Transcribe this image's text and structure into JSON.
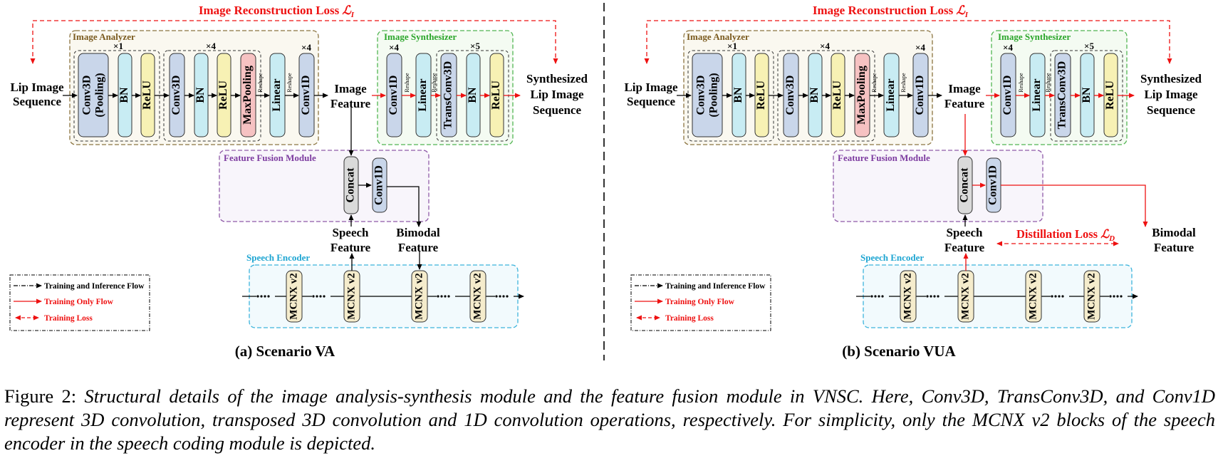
{
  "panels": [
    {
      "subtitle": "(a) Scenario VA",
      "loss_title": "Image Reconstruction Loss",
      "loss_symbol": "ℒ",
      "loss_sub": "I",
      "input_label": [
        "Lip Image",
        "Sequence"
      ],
      "output_label": [
        "Synthesized",
        "Lip Image",
        "Sequence"
      ],
      "image_feature": [
        "Image",
        "Feature"
      ],
      "speech_feature": [
        "Speech",
        "Feature"
      ],
      "bimodal_feature": [
        "Bimodal",
        "Feature"
      ],
      "analyzer": {
        "title": "Image Analyzer",
        "groups": [
          "×1",
          "×4",
          "×4"
        ],
        "blocks": [
          "Conv3D (Pooling)",
          "BN",
          "ReLU",
          "Conv3D",
          "BN",
          "ReLU",
          "MaxPooling",
          "Linear",
          "Conv1D"
        ],
        "reshape": [
          "Reshape",
          "Reshape"
        ]
      },
      "synthesizer": {
        "title": "Image Synthesizer",
        "groups": [
          "×4",
          "×5"
        ],
        "blocks": [
          "Conv1D",
          "Linear",
          "TransConv3D",
          "BN",
          "ReLU"
        ],
        "reshape": [
          "Reshape",
          "Reshape"
        ]
      },
      "fusion": {
        "title": "Feature Fusion Module",
        "blocks": [
          "Concat",
          "Conv1D"
        ]
      },
      "encoder": {
        "title": "Speech Encoder",
        "blocks": [
          "MCNX v2",
          "MCNX v2",
          "MCNX v2",
          "MCNX v2"
        ]
      },
      "legend": [
        "Training and Inference Flow",
        "Training Only Flow",
        "Training Loss"
      ]
    },
    {
      "subtitle": "(b) Scenario VUA",
      "loss_title": "Image Reconstruction Loss",
      "loss_symbol": "ℒ",
      "loss_sub": "I",
      "distill_title": "Distillation Loss",
      "distill_symbol": "ℒ",
      "distill_sub": "D",
      "input_label": [
        "Lip Image",
        "Sequence"
      ],
      "output_label": [
        "Synthesized",
        "Lip Image",
        "Sequence"
      ],
      "image_feature": [
        "Image",
        "Feature"
      ],
      "speech_feature": [
        "Speech",
        "Feature"
      ],
      "bimodal_feature": [
        "Bimodal",
        "Feature"
      ],
      "analyzer": {
        "title": "Image Analyzer",
        "groups": [
          "×1",
          "×4",
          "×4"
        ],
        "blocks": [
          "Conv3D (Pooling)",
          "BN",
          "ReLU",
          "Conv3D",
          "BN",
          "ReLU",
          "MaxPooling",
          "Linear",
          "Conv1D"
        ],
        "reshape": [
          "Reshape",
          "Reshape"
        ]
      },
      "synthesizer": {
        "title": "Image Synthesizer",
        "groups": [
          "×4",
          "×5"
        ],
        "blocks": [
          "Conv1D",
          "Linear",
          "TransConv3D",
          "BN",
          "ReLU"
        ],
        "reshape": [
          "Reshape",
          "Reshape"
        ]
      },
      "fusion": {
        "title": "Feature Fusion Module",
        "blocks": [
          "Concat",
          "Conv1D"
        ]
      },
      "encoder": {
        "title": "Speech Encoder",
        "blocks": [
          "MCNX v2",
          "MCNX v2",
          "MCNX v2",
          "MCNX v2"
        ]
      },
      "legend": [
        "Training and Inference Flow",
        "Training Only Flow",
        "Training Loss"
      ]
    }
  ],
  "caption": {
    "label": "Figure 2:",
    "text": "Structural details of the image analysis-synthesis module and the feature fusion module in VNSC. Here, Conv3D, TransConv3D, and Conv1D represent 3D convolution, transposed 3D convolution and 1D convolution operations, respectively. For simplicity, only the MCNX v2 blocks of the speech encoder in the speech coding module is depicted."
  },
  "colors": {
    "loss": "#ee1111",
    "analyzer_border": "#8b7440",
    "analyzer_title": "#7a5a1e",
    "synth_border": "#52b552",
    "synth_title": "#2aa52a",
    "fusion_border": "#8f5aa8",
    "fusion_title": "#7d3ca0",
    "encoder_border": "#3cb4dc",
    "encoder_title": "#1ea5d2",
    "block_blue": "#c9d6ea",
    "block_cyan": "#c8ecf3",
    "block_yellow": "#f7f1b4",
    "block_pink": "#f6c2c2",
    "block_mcnx": "#f5eccc",
    "block_gray": "#dadada"
  }
}
